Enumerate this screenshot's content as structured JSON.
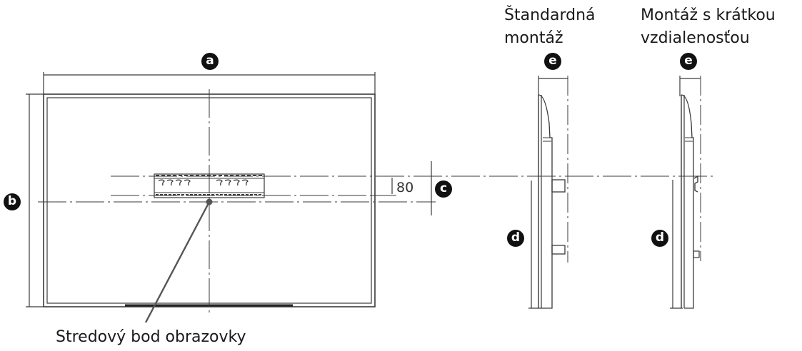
{
  "diagram": {
    "front_view": {
      "width_label": "a",
      "height_label": "b",
      "offset_label": "c",
      "offset_value": "80",
      "center_caption": "Stredový bod obrazovky"
    },
    "side_views": [
      {
        "title_line1": "Štandardná",
        "title_line2": "montáž",
        "depth_label": "e",
        "height_label": "d"
      },
      {
        "title_line1": "Montáž s krátkou",
        "title_line2": "vzdialenosťou",
        "depth_label": "e",
        "height_label": "d"
      }
    ],
    "colors": {
      "line": "#3a3a3a",
      "badge": "#111111",
      "text": "#1a1a1a",
      "background": "#ffffff"
    }
  }
}
